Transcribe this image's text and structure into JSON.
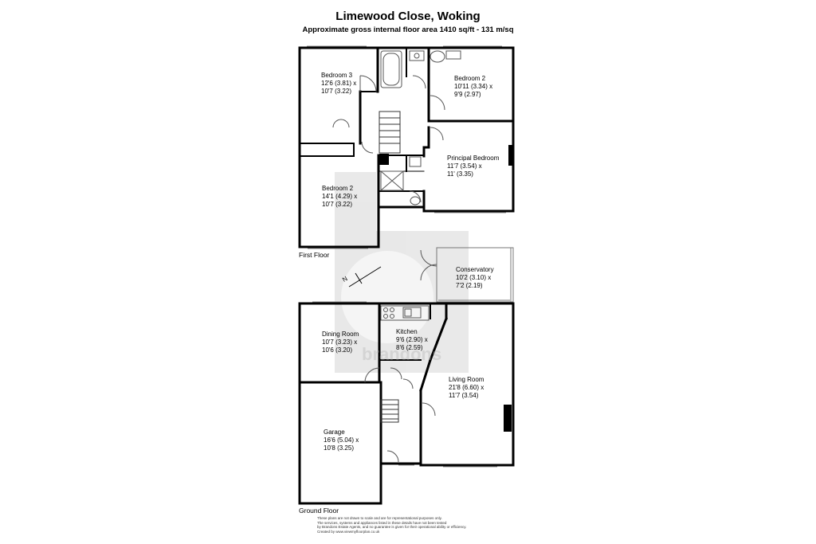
{
  "header": {
    "title": "Limewood Close, Woking",
    "subtitle": "Approximate gross internal floor area 1410 sq/ft - 131 m/sq"
  },
  "floors": {
    "first": "First Floor",
    "ground": "Ground Floor"
  },
  "rooms": {
    "bedroom3": {
      "name": "Bedroom 3",
      "dim1": "12'6 (3.81) x",
      "dim2": "10'7 (3.22)"
    },
    "bedroom2a": {
      "name": "Bedroom 2",
      "dim1": "10'11 (3.34) x",
      "dim2": "9'9 (2.97)"
    },
    "principal": {
      "name": "Principal Bedroom",
      "dim1": "11'7 (3.54) x",
      "dim2": "11' (3.35)"
    },
    "bedroom2b": {
      "name": "Bedroom 2",
      "dim1": "14'1 (4.29) x",
      "dim2": "10'7 (3.22)"
    },
    "conservatory": {
      "name": "Conservatory",
      "dim1": "10'2 (3.10) x",
      "dim2": "7'2 (2.19)"
    },
    "dining": {
      "name": "Dining Room",
      "dim1": "10'7 (3.23) x",
      "dim2": "10'6 (3.20)"
    },
    "kitchen": {
      "name": "Kitchen",
      "dim1": "9'6 (2.90) x",
      "dim2": "8'6 (2.59)"
    },
    "living": {
      "name": "Living Room",
      "dim1": "21'8 (6.60) x",
      "dim2": "11'7 (3.54)"
    },
    "garage": {
      "name": "Garage",
      "dim1": "16'6 (5.04) x",
      "dim2": "10'8 (3.25)"
    }
  },
  "compass": {
    "letter": "N"
  },
  "watermark": {
    "text": "brandons",
    "color": "#afafaf"
  },
  "disclaimer": {
    "line1": "These plans are not drawn to scale and are for representational purposes only.",
    "line2": "The services, systems and appliances listed in these details have not been tested",
    "line3": "by Brandons Estate Agents, and no guarantee is given for their operational ability or efficiency.",
    "line4": "Created by www.viewmyfloorplan.co.uk"
  },
  "colors": {
    "wall": "#000000",
    "fixture": "#666666",
    "watermark": "#afafaf"
  }
}
